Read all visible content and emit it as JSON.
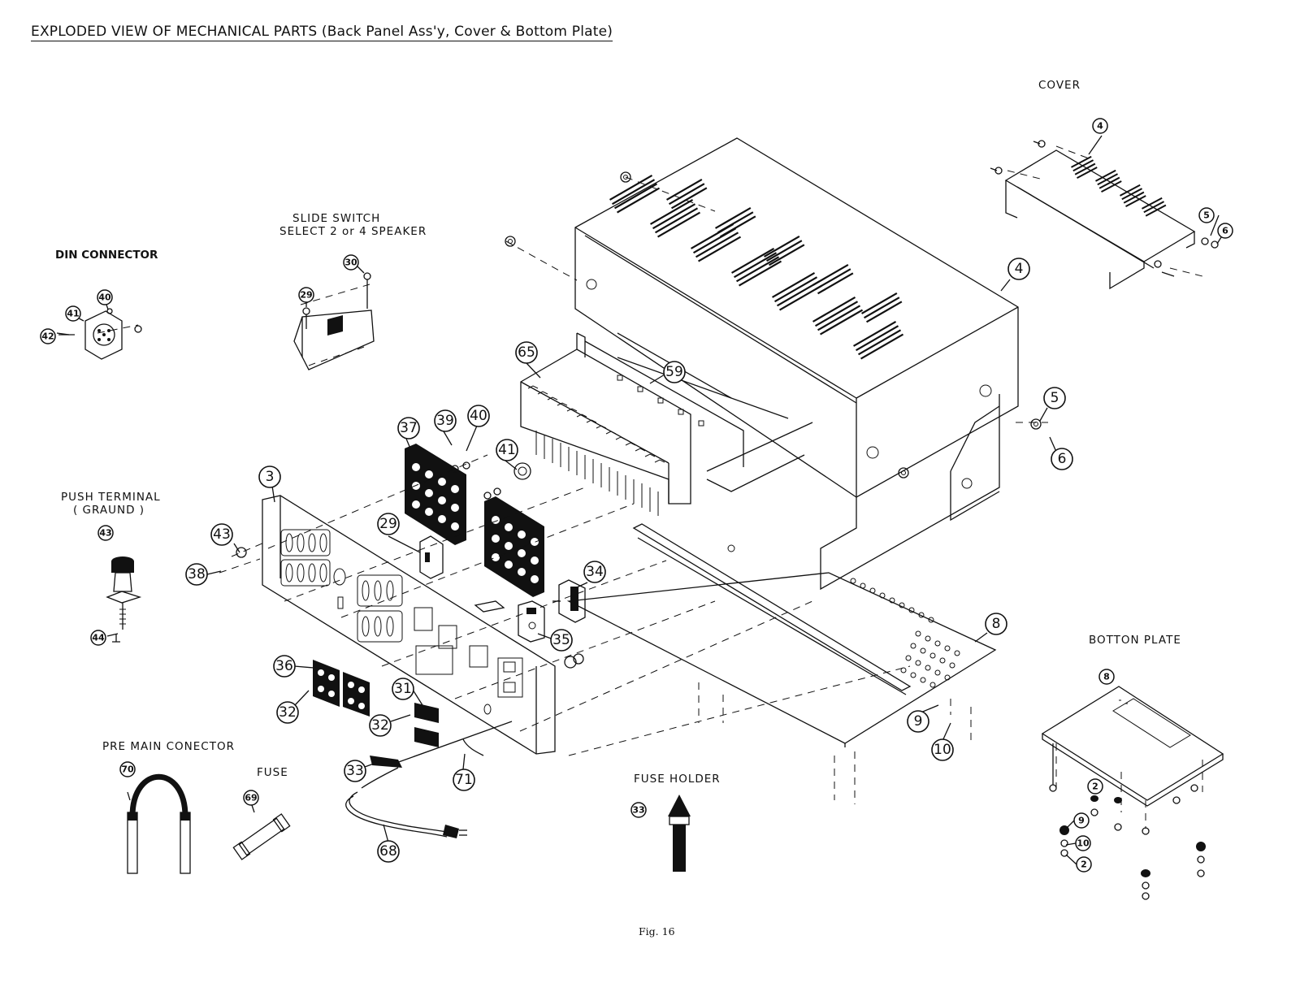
{
  "title": "EXPLODED VIEW OF MECHANICAL PARTS (Back Panel Ass'y, Cover & Bottom Plate)",
  "caption": "Fig.  16",
  "labels": {
    "cover": "COVER",
    "din": "DIN CONNECTOR",
    "slide_1": "SLIDE  SWITCH",
    "slide_2": "SELECT 2 or 4 SPEAKER",
    "push_1": "PUSH  TERMINAL",
    "push_2": "( GRAUND )",
    "premain": "PRE  MAIN  CONECTOR",
    "fuse": "FUSE",
    "fuseholder": "FUSE  HOLDER",
    "bottom": "BOTTON  PLATE"
  },
  "callouts": {
    "c_3": "3",
    "c_4": "4",
    "c_5": "5",
    "c_6": "6",
    "c_8": "8",
    "c_9": "9",
    "c_10": "10",
    "c_29": "29",
    "c_31": "31",
    "c_32a": "32",
    "c_32b": "32",
    "c_33": "33",
    "c_34": "34",
    "c_35": "35",
    "c_36": "36",
    "c_37": "37",
    "c_38": "38",
    "c_39": "39",
    "c_40": "40",
    "c_41": "41",
    "c_43": "43",
    "c_59": "59",
    "c_65": "65",
    "c_68": "68",
    "c_71": "71",
    "s_4": "4",
    "s_5": "5",
    "s_6": "6",
    "s_40": "40",
    "s_41": "41",
    "s_42": "42",
    "s_29": "29",
    "s_30": "30",
    "s_43": "43",
    "s_44": "44",
    "s_70": "70",
    "s_69": "69",
    "s_33": "33",
    "s_8": "8",
    "s_2a": "2",
    "s_9": "9",
    "s_10": "10",
    "s_2b": "2"
  }
}
